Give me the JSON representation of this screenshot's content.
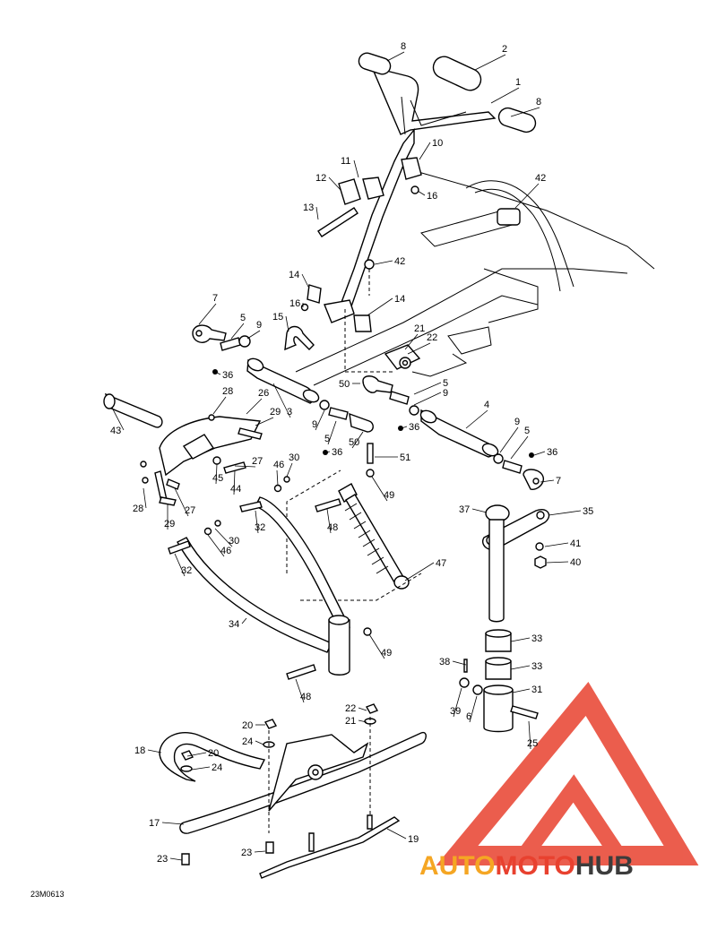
{
  "figure_code": "23M0613",
  "watermark": {
    "part1": "AUTO",
    "part2": "MOTO",
    "part3": "HUB",
    "color_orange": "#F5A623",
    "color_red": "#E8412F",
    "color_dark": "#3C3C3C"
  },
  "callouts": [
    "1",
    "2",
    "3",
    "4",
    "5",
    "6",
    "7",
    "8",
    "9",
    "10",
    "11",
    "12",
    "13",
    "14",
    "15",
    "16",
    "17",
    "18",
    "19",
    "20",
    "21",
    "22",
    "23",
    "24",
    "25",
    "26",
    "27",
    "28",
    "29",
    "30",
    "31",
    "32",
    "33",
    "34",
    "35",
    "36",
    "37",
    "38",
    "39",
    "40",
    "41",
    "42",
    "43",
    "44",
    "45",
    "46",
    "47",
    "48",
    "49",
    "50",
    "51"
  ]
}
